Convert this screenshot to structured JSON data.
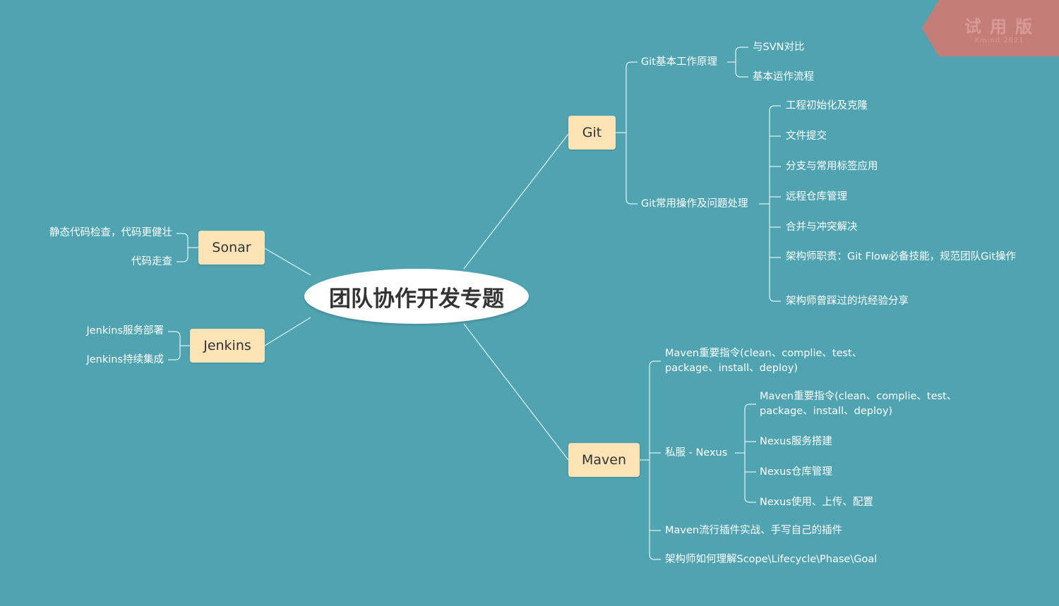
{
  "center": "团队协作开发专题",
  "watermark": {
    "title": "试用版",
    "subtitle": "Xmind 2021"
  },
  "branches": {
    "git": {
      "label": "Git",
      "sub1": {
        "label": "Git基本工作原理",
        "items": [
          "与SVN对比",
          "基本运作流程"
        ]
      },
      "sub2": {
        "label": "Git常用操作及问题处理",
        "items": [
          "工程初始化及克隆",
          "文件提交",
          "分支与常用标签应用",
          "远程仓库管理",
          "合并与冲突解决",
          "架构师职责：Git Flow必备技能，规范团队Git操作",
          "架构师曾踩过的坑经验分享"
        ]
      }
    },
    "maven": {
      "label": "Maven",
      "item1": "Maven重要指令(clean、complie、test、package、install、deploy)",
      "nexus": {
        "label": "私服 - Nexus",
        "items": [
          "Maven重要指令(clean、complie、test、package、install、deploy)",
          "Nexus服务搭建",
          "Nexus仓库管理",
          "Nexus使用、上传、配置"
        ]
      },
      "item3": "Maven流行插件实战、手写自己的插件",
      "item4": "架构师如何理解Scope\\Lifecycle\\Phase\\Goal"
    },
    "sonar": {
      "label": "Sonar",
      "items": [
        "静态代码检查，代码更健壮",
        "代码走查"
      ]
    },
    "jenkins": {
      "label": "Jenkins",
      "items": [
        "Jenkins服务部署",
        "Jenkins持续集成"
      ]
    }
  },
  "colors": {
    "background": "#50a3b1",
    "branch_fill": "#fde3b6",
    "center_fill": "#ffffff",
    "line": "#ffffff",
    "watermark": "#c47e79"
  }
}
